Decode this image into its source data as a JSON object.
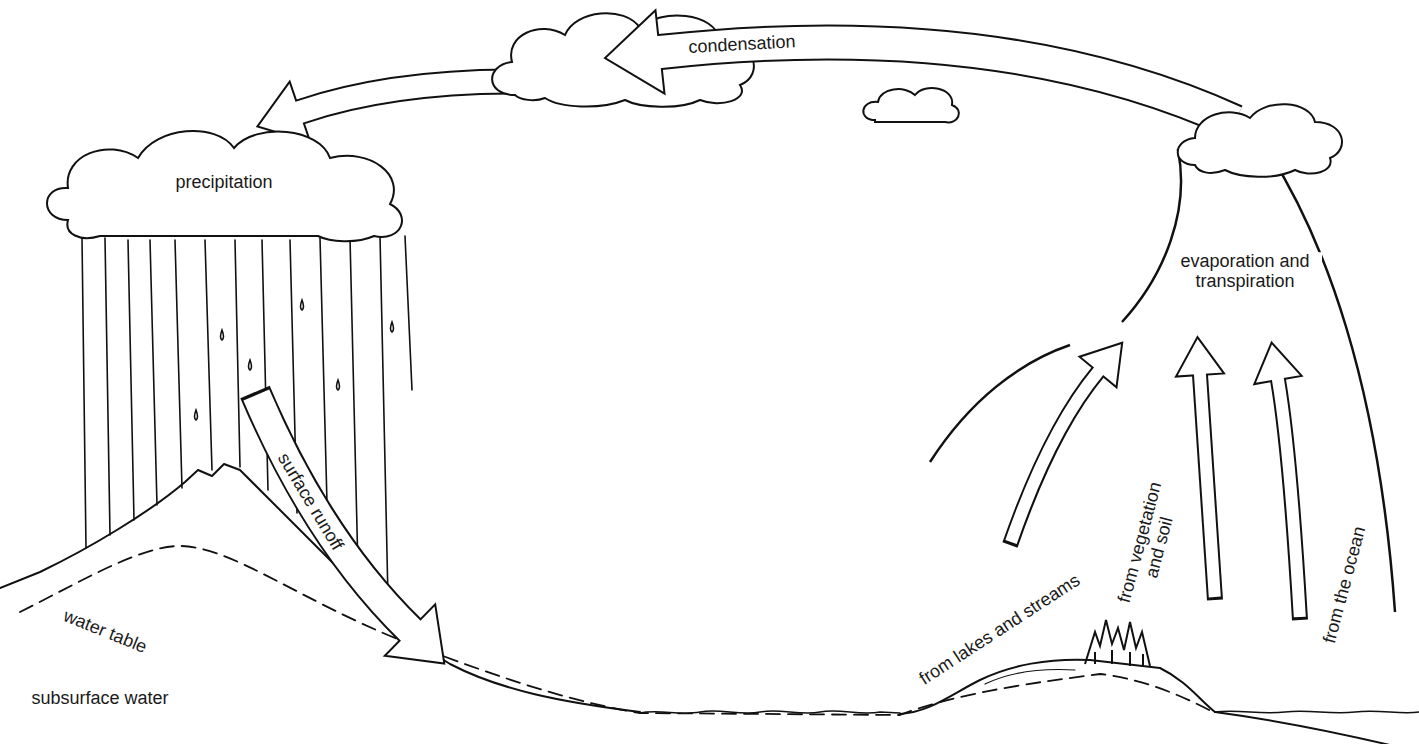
{
  "diagram": {
    "nodes": [
      {
        "text": [
          "precipitation"
        ]
      }
    ],
    "labels": [
      "condensation",
      "evaporation and transpiration",
      "surface runoff",
      "water table",
      "subsurface water",
      "from lakes and streams",
      "from vegetation and soil",
      "from the ocean"
    ]
  }
}
